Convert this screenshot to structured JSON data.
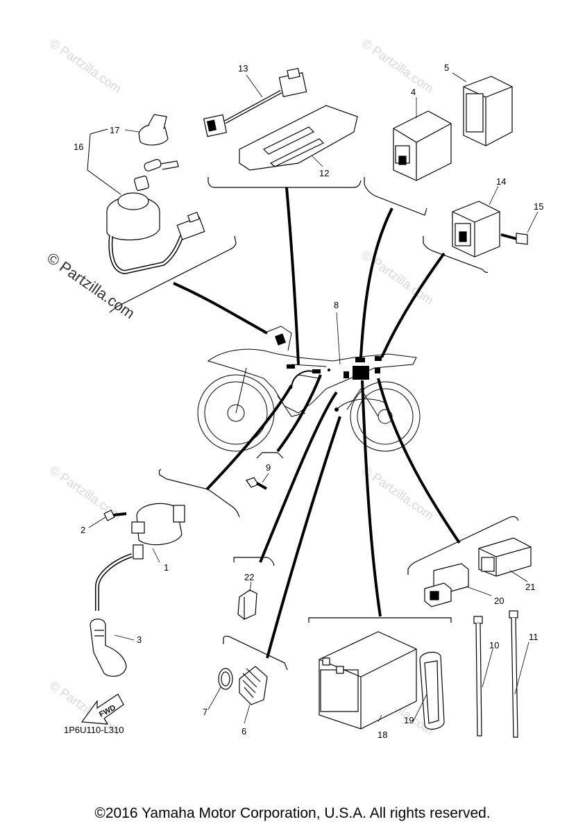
{
  "watermarks": {
    "main": "© Partzilla.com",
    "faint": "© Partzilla.com"
  },
  "callouts": {
    "p1": "1",
    "p2": "2",
    "p3": "3",
    "p4": "4",
    "p5": "5",
    "p6": "6",
    "p7": "7",
    "p8": "8",
    "p9": "9",
    "p10": "10",
    "p11": "11",
    "p12": "12",
    "p13": "13",
    "p14": "14",
    "p15": "15",
    "p16": "16",
    "p17": "17",
    "p18": "18",
    "p19": "19",
    "p20": "20",
    "p21": "21",
    "p22": "22"
  },
  "fwd_label": "FWD",
  "diagram_code": "1P6U110-L310",
  "copyright": "©2016 Yamaha Motor Corporation, U.S.A. All rights reserved.",
  "colors": {
    "line": "#000000",
    "watermark": "#d9d9d9",
    "background": "#ffffff"
  }
}
